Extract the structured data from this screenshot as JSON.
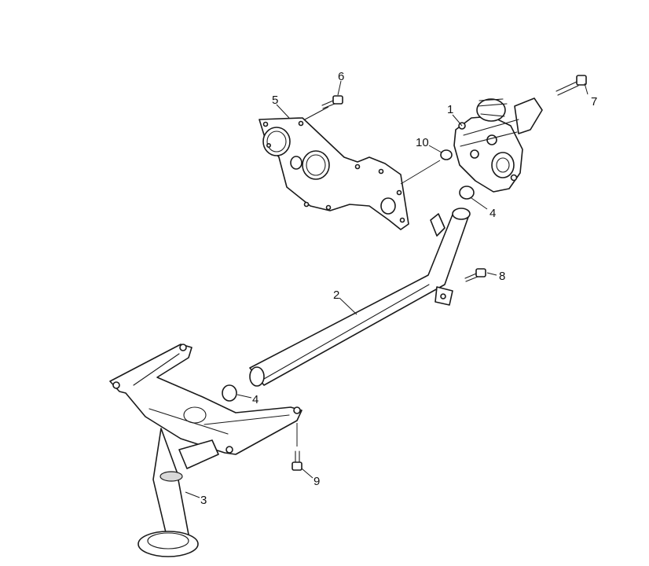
{
  "callouts": {
    "c1": "1",
    "c2": "2",
    "c3": "3",
    "c4a": "4",
    "c4b": "4",
    "c5": "5",
    "c6": "6",
    "c7": "7",
    "c8": "8",
    "c9": "9",
    "c10": "10"
  },
  "colors": {
    "line": "#1a1a1a",
    "background": "#ffffff"
  }
}
